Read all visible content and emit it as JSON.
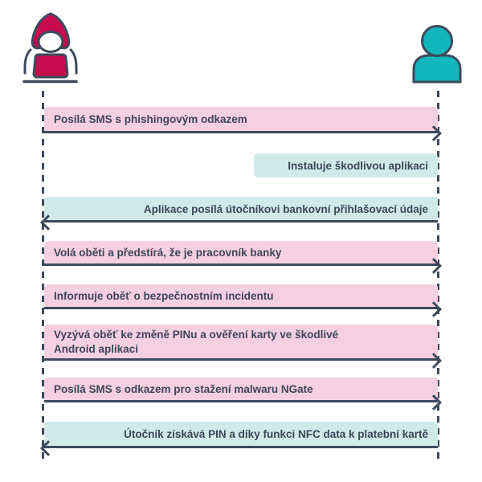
{
  "palette": {
    "crimson": "#c60c4f",
    "teal": "#12b6bd",
    "outline": "#3d4a5c",
    "pink_box": "#f6d0e0",
    "teal_box": "#d2e9ea",
    "text": "#3c4658",
    "background": "#ffffff"
  },
  "actors": {
    "attacker": {
      "name": "attacker",
      "icon": "hacker-with-laptop-icon",
      "color": "#c60c4f"
    },
    "victim": {
      "name": "victim",
      "icon": "person-icon",
      "color": "#12b6bd"
    }
  },
  "messages": [
    {
      "text": "Posílá SMS s phishingovým odkazem",
      "from": "attacker",
      "to": "victim",
      "arrow": "right",
      "style": "pink"
    },
    {
      "text": "Instaluje škodlivou aplikaci",
      "from": "victim",
      "to": "victim",
      "arrow": "none",
      "style": "teal"
    },
    {
      "text": "Aplikace posílá útočníkovi bankovní přihlašovací údaje",
      "from": "victim",
      "to": "attacker",
      "arrow": "left",
      "style": "teal"
    },
    {
      "text": "Volá oběti a předstírá, že je pracovník banky",
      "from": "attacker",
      "to": "victim",
      "arrow": "right",
      "style": "pink"
    },
    {
      "text": "Informuje oběť o bezpečnostním incidentu",
      "from": "attacker",
      "to": "victim",
      "arrow": "right",
      "style": "pink"
    },
    {
      "text": "Vyzývá oběť ke změně PINu a ověření karty ve škodlivé\nAndroid aplikaci",
      "from": "attacker",
      "to": "victim",
      "arrow": "right",
      "style": "pink"
    },
    {
      "text": "Posílá SMS s odkazem pro stažení malwaru NGate",
      "from": "attacker",
      "to": "victim",
      "arrow": "right",
      "style": "pink"
    },
    {
      "text": "Útočník získává PIN a díky funkci NFC data k platební kartě",
      "from": "victim",
      "to": "attacker",
      "arrow": "left",
      "style": "teal"
    }
  ]
}
